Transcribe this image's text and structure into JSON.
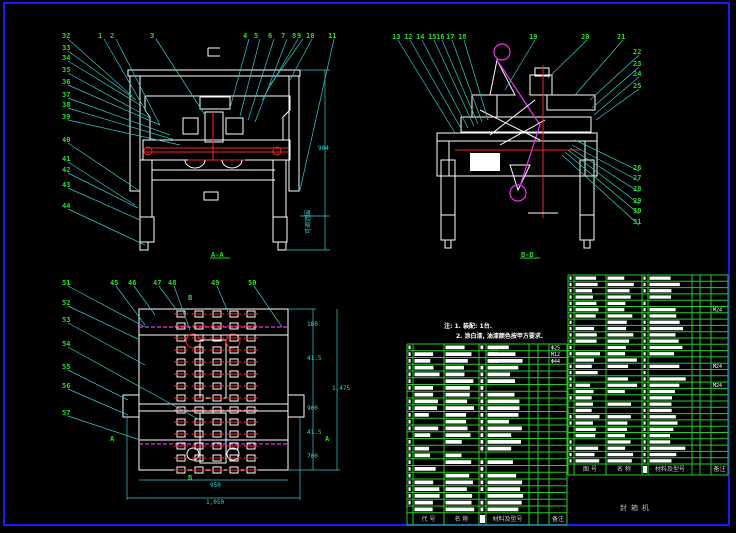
{
  "views": {
    "front": {
      "label": "A-A",
      "callouts_top": [
        "1",
        "2",
        "3",
        "4",
        "5",
        "6",
        "7",
        "8",
        "9",
        "10",
        "11"
      ],
      "callouts_left": [
        "32",
        "33",
        "34",
        "35",
        "36",
        "37",
        "38",
        "39",
        "40",
        "41",
        "42",
        "43",
        "44"
      ],
      "dims": [
        "904",
        "可调范围"
      ]
    },
    "side": {
      "label": "B-B",
      "callouts_top": [
        "13",
        "12",
        "14",
        "15",
        "16",
        "17",
        "18",
        "19",
        "20",
        "21"
      ],
      "callouts_right": [
        "22",
        "23",
        "24",
        "25",
        "26",
        "27",
        "28",
        "29",
        "30",
        "31"
      ]
    },
    "plan": {
      "callouts_top": [
        "51",
        "45",
        "46",
        "47",
        "48",
        "49",
        "50"
      ],
      "callouts_left": [
        "52",
        "53",
        "54",
        "55",
        "56",
        "57"
      ],
      "section_marks": [
        "B",
        "B",
        "A",
        "A"
      ],
      "dims": [
        "180",
        "41.5",
        "900",
        "41.5",
        "700",
        "1,475",
        "950",
        "1,050"
      ]
    }
  },
  "notes": {
    "line1": "注: 1. 装配: 1台.",
    "line2": "2. 涂白漆, 油漆颜色按甲方要求."
  },
  "parts_table_left": {
    "values": [
      "480",
      "312",
      "950"
    ],
    "remarks": [
      "Φ25",
      "M12",
      "Φ44"
    ],
    "headers": [
      "代 号",
      "名 称",
      "材料及型号",
      "备注"
    ]
  },
  "parts_table_right": {
    "remarks": [
      "M24",
      "M24",
      "M24"
    ],
    "headers": [
      "图 号",
      "名 称",
      "材料及型号",
      "备注"
    ]
  },
  "title_block": {
    "title": "封箱机"
  },
  "colors": {
    "frame": "#1a1aff",
    "grid": "#22cc22",
    "outline": "#ffffff",
    "centerline": "#ff2222",
    "leader": "#33cccc",
    "label": "#22dd22"
  }
}
